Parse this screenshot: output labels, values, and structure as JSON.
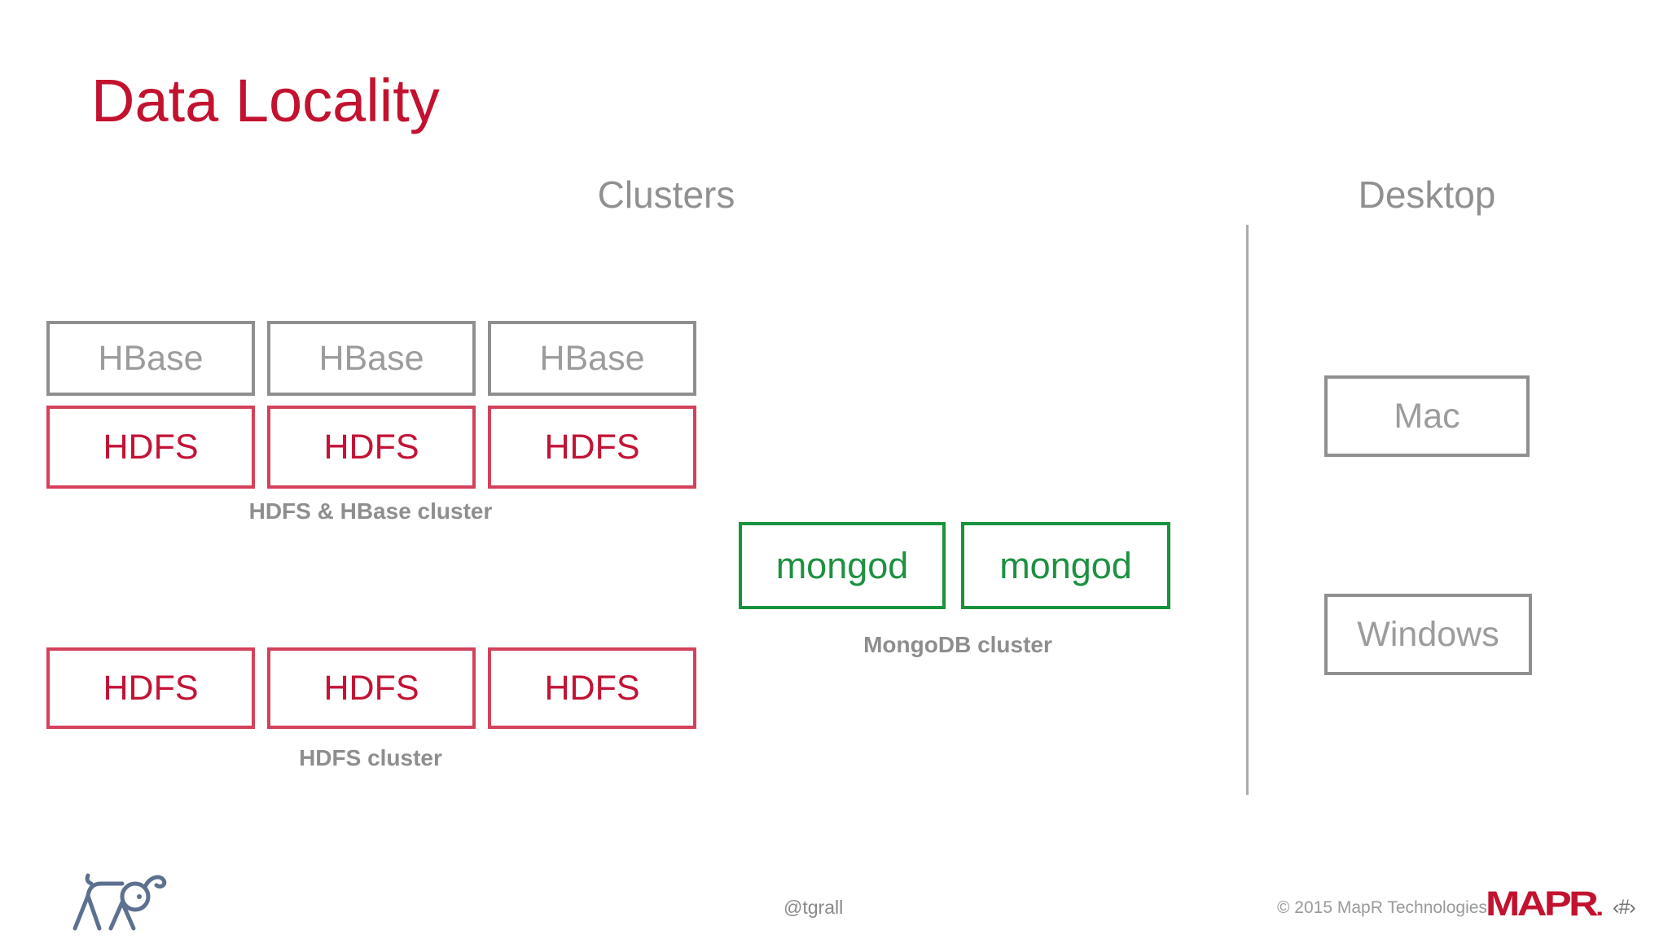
{
  "slide": {
    "title": "Data Locality",
    "sections": {
      "clusters": {
        "header": "Clusters",
        "hbase_hdfs_cluster": {
          "label": "HDFS & HBase cluster",
          "hbase_nodes": [
            "HBase",
            "HBase",
            "HBase"
          ],
          "hdfs_nodes": [
            "HDFS",
            "HDFS",
            "HDFS"
          ]
        },
        "mongodb_cluster": {
          "label": "MongoDB cluster",
          "nodes": [
            "mongod",
            "mongod"
          ]
        },
        "hdfs_cluster": {
          "label": "HDFS cluster",
          "nodes": [
            "HDFS",
            "HDFS",
            "HDFS"
          ]
        }
      },
      "desktop": {
        "header": "Desktop",
        "machines": [
          "Mac",
          "Windows"
        ]
      }
    }
  },
  "footer": {
    "twitter_handle": "@tgrall",
    "copyright": "© 2015 MapR Technologies",
    "logo_text": "MAPR",
    "logo_dot": ".",
    "page_number_placeholder": "‹#›"
  },
  "icons": {
    "elephant": "elephant-line-icon"
  },
  "colors": {
    "accent_red": "#C2122F",
    "hdfs_border_red": "#D4415A",
    "gray_border": "#8F8F8F",
    "mongo_green_border": "#18923C",
    "node_text_gray": "#9C9C9C",
    "label_gray": "#8E8E8E",
    "elephant_slate": "#5C7090"
  }
}
